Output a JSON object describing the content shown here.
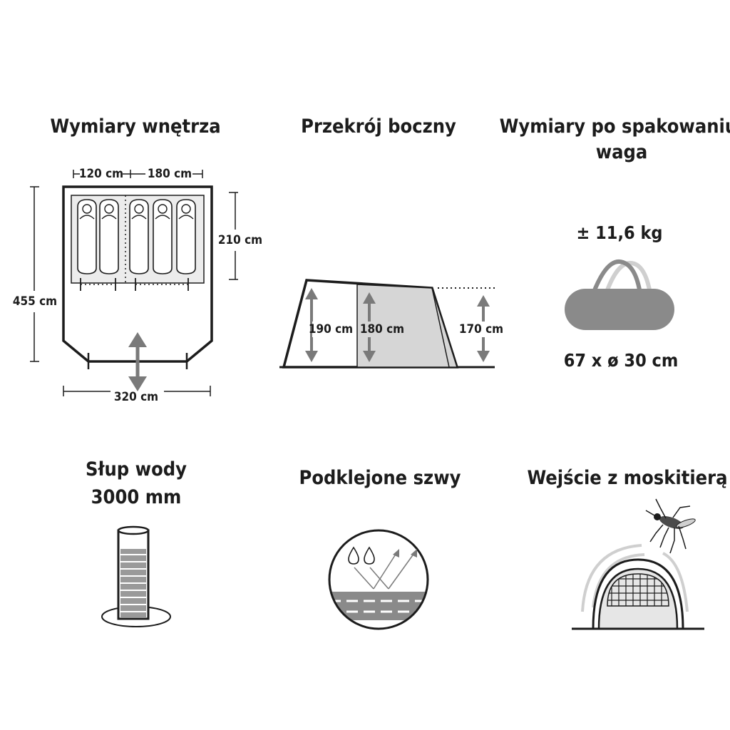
{
  "panels": {
    "interior": {
      "title": "Wymiary wnętrza",
      "dim_left_room": "120 cm",
      "dim_right_room": "180 cm",
      "dim_room_depth": "210 cm",
      "dim_total_length": "455 cm",
      "dim_width": "320 cm"
    },
    "side_section": {
      "title": "Przekrój boczny",
      "dim_front_height": "190 cm",
      "dim_inner_height": "180 cm",
      "dim_rear_height": "170 cm"
    },
    "packed": {
      "title_line1": "Wymiary po spakowaniu,",
      "title_line2": "waga",
      "weight": "± 11,6 kg",
      "size": "67 x ø 30 cm"
    },
    "water": {
      "title_line1": "Słup wody",
      "title_line2": "3000 mm"
    },
    "seams": {
      "title": "Podklejone szwy"
    },
    "mosquito": {
      "title": "Wejście z moskitierą"
    }
  },
  "colors": {
    "ink": "#1c1c1c",
    "fill_light": "#ececec",
    "fill_mid": "#cfcfcf",
    "fill_dark": "#8a8a8a",
    "arrow": "#7a7a7a"
  },
  "icons": [
    "sleeping-bag-icon",
    "tent-section-icon",
    "pack-bag-icon",
    "water-column-icon",
    "taped-seam-icon",
    "mosquito-net-icon"
  ]
}
